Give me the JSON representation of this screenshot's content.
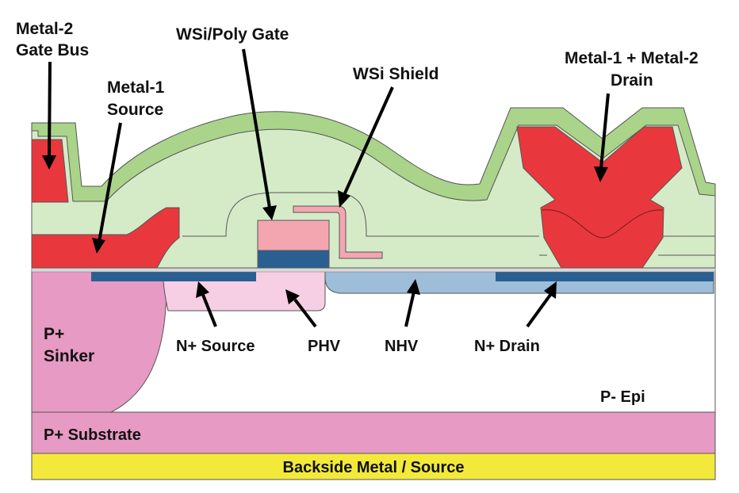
{
  "labels": {
    "metal2_gate_bus_line1": "Metal-2",
    "metal2_gate_bus_line2": "Gate Bus",
    "metal1_source_line1": "Metal-1",
    "metal1_source_line2": "Source",
    "wsi_poly_gate": "WSi/Poly Gate",
    "wsi_shield": "WSi Shield",
    "metal1_metal2_drain_line1": "Metal-1 + Metal-2",
    "metal1_metal2_drain_line2": "Drain",
    "p_sinker_line1": "P+",
    "p_sinker_line2": "Sinker",
    "n_source": "N+ Source",
    "phv": "PHV",
    "nhv": "NHV",
    "n_drain": "N+ Drain",
    "p_epi": "P- Epi",
    "p_substrate": "P+ Substrate",
    "backside_metal": "Backside Metal / Source"
  },
  "colors": {
    "metal": "#e8383d",
    "oxide": "#d5ebc8",
    "passivation": "#a9d48a",
    "p_plus": "#e79ac3",
    "phv": "#f6cfe4",
    "nhv": "#9dbdd8",
    "n_plus": "#2a5f92",
    "gate_poly": "#f3a6b0",
    "backside_metal": "#f2e93b",
    "epi": "#ffffff"
  }
}
